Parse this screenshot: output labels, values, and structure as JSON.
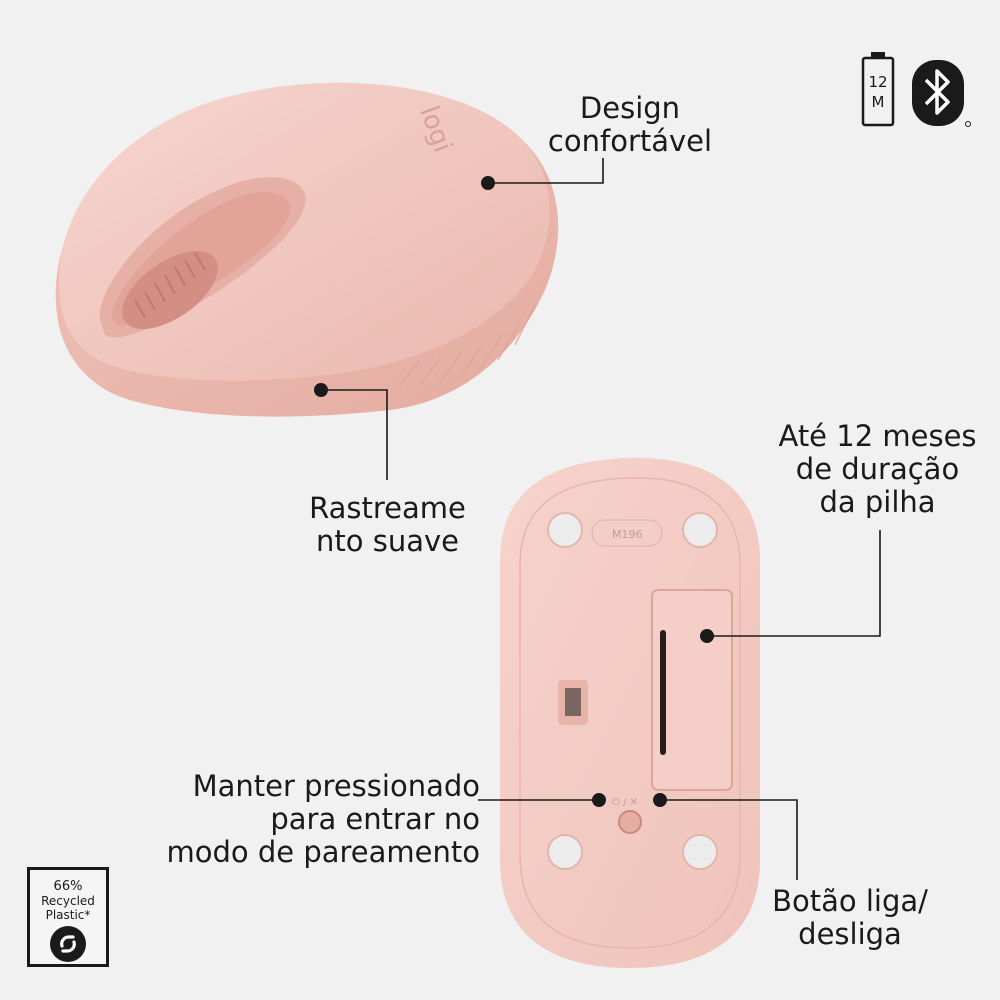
{
  "labels": {
    "design": [
      "Design",
      "confortável"
    ],
    "tracking": [
      "Rastreame",
      "nto suave"
    ],
    "battery_life": [
      "Até 12 meses",
      "de duração",
      "da pilha"
    ],
    "pairing": [
      "Manter pressionado",
      "para entrar no",
      "modo de pareamento"
    ],
    "power": [
      "Botão liga/",
      "desliga"
    ]
  },
  "top_icons": {
    "battery_months": [
      "12",
      "M"
    ],
    "bluetooth": "bluetooth-icon",
    "battery": "battery-icon"
  },
  "badge": {
    "percent": "66%",
    "line2": "Recycled",
    "line3": "Plastic*"
  },
  "product": {
    "logo_text": "logi",
    "model_text": "M196",
    "color_main": "#f0c8bf",
    "color_accent": "#d99b94"
  }
}
